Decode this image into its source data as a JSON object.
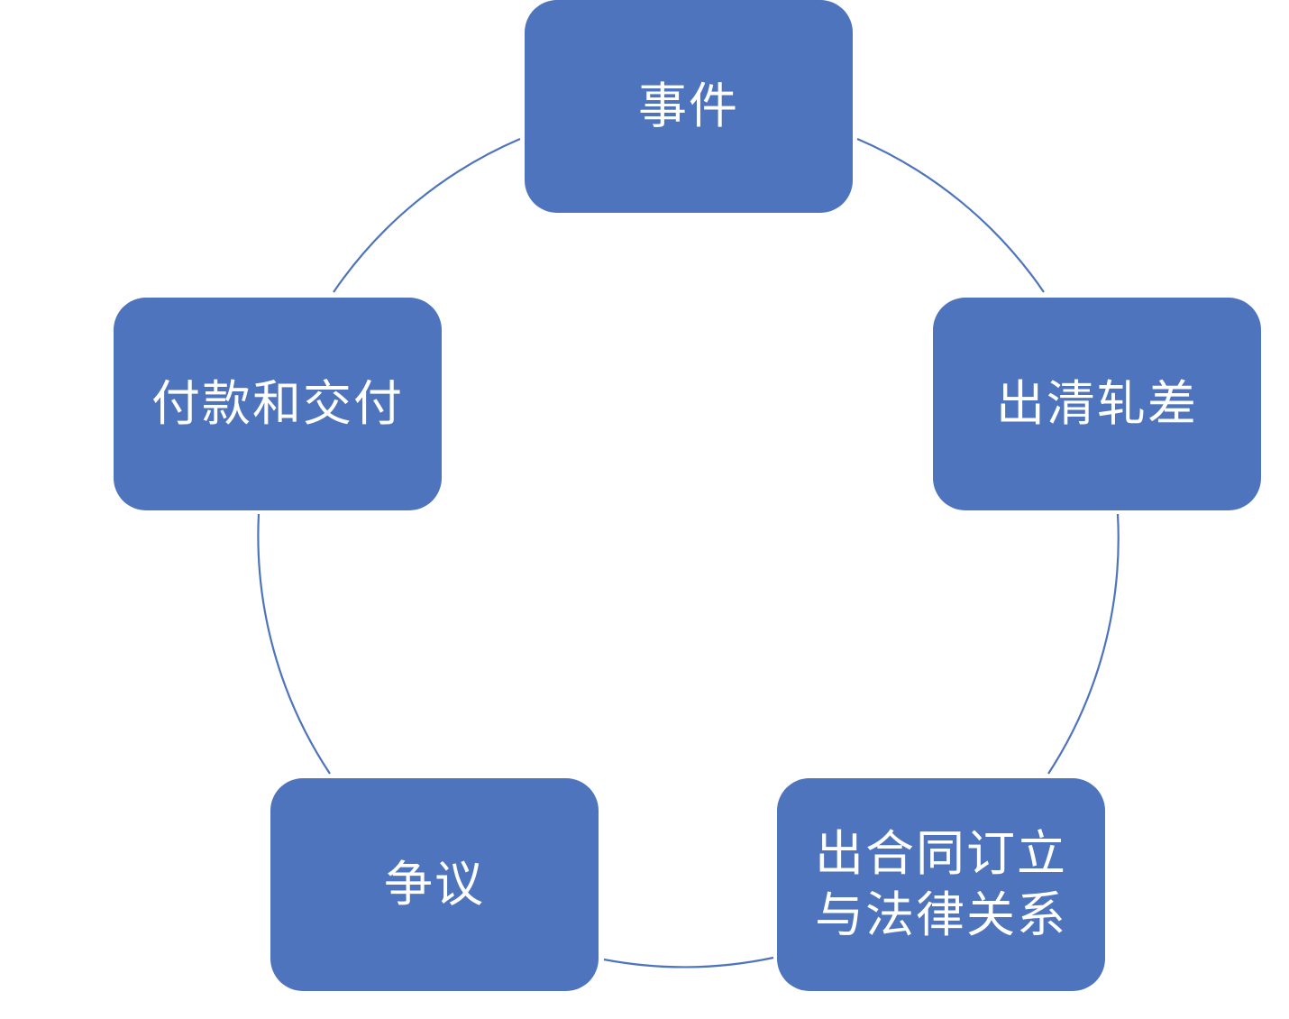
{
  "diagram": {
    "type": "cycle",
    "colors": {
      "node_fill": "#4e74bd",
      "node_text": "#ffffff",
      "connector": "#4e74bd"
    },
    "nodes": [
      {
        "id": "event",
        "label": "事件"
      },
      {
        "id": "netting",
        "label": "出清轧差"
      },
      {
        "id": "contract",
        "label": "出合同订立\n与法律关系"
      },
      {
        "id": "dispute",
        "label": "争议"
      },
      {
        "id": "payment",
        "label": "付款和交付"
      }
    ]
  }
}
